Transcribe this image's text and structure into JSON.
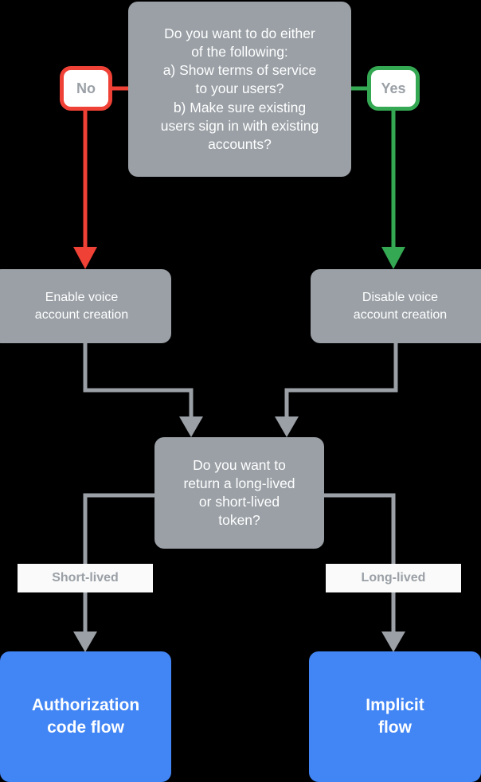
{
  "diagram": {
    "title": "Voice account creation and token flow decision chart",
    "background": "#000000",
    "colors": {
      "node_gray": "#9aa0a6",
      "node_blue": "#4285f4",
      "no_red": "#ef4136",
      "yes_green": "#34a853",
      "connector_gray": "#9aa0a6",
      "label_chip": "#fafafa",
      "node_text": "#ffffff",
      "badge_text": "#9aa0a6"
    }
  },
  "nodes": {
    "decision_terms": {
      "text": "Do you want to do either\nof the following:\na) Show terms of service\nto your users?\nb) Make sure existing\nusers sign in with existing\naccounts?",
      "shape": "decision",
      "fill": "#9aa0a6"
    },
    "action_enable": {
      "text": "Enable voice\naccount creation",
      "shape": "process",
      "fill": "#9aa0a6"
    },
    "action_disable": {
      "text": "Disable voice\naccount creation",
      "shape": "process",
      "fill": "#9aa0a6"
    },
    "decision_token": {
      "text": "Do you want to\nreturn a long-lived\nor short-lived\ntoken?",
      "shape": "decision",
      "fill": "#9aa0a6"
    },
    "result_auth_code": {
      "text": "Authorization\ncode flow",
      "shape": "terminal",
      "fill": "#4285f4"
    },
    "result_implicit": {
      "text": "Implicit\nflow",
      "shape": "terminal",
      "fill": "#4285f4"
    }
  },
  "badges": {
    "no": {
      "label": "No",
      "border": "#ef4136"
    },
    "yes": {
      "label": "Yes",
      "border": "#34a853"
    }
  },
  "edge_labels": {
    "short_lived": "Short-lived",
    "long_lived": "Long-lived"
  },
  "edges": [
    {
      "name": "terms-to-no",
      "from": "decision_terms",
      "to": "badge_no",
      "color": "#ef4136"
    },
    {
      "name": "no-to-enable",
      "from": "badge_no",
      "to": "action_enable",
      "color": "#ef4136",
      "arrow": true
    },
    {
      "name": "terms-to-yes",
      "from": "decision_terms",
      "to": "badge_yes",
      "color": "#34a853"
    },
    {
      "name": "yes-to-disable",
      "from": "badge_yes",
      "to": "action_disable",
      "color": "#34a853",
      "arrow": true
    },
    {
      "name": "enable-to-token",
      "from": "action_enable",
      "to": "decision_token",
      "color": "#9aa0a6",
      "arrow": true
    },
    {
      "name": "disable-to-token",
      "from": "action_disable",
      "to": "decision_token",
      "color": "#9aa0a6",
      "arrow": true
    },
    {
      "name": "token-to-auth-code",
      "from": "decision_token",
      "to": "result_auth_code",
      "color": "#9aa0a6",
      "arrow": true,
      "label": "Short-lived"
    },
    {
      "name": "token-to-implicit",
      "from": "decision_token",
      "to": "result_implicit",
      "color": "#9aa0a6",
      "arrow": true,
      "label": "Long-lived"
    }
  ]
}
